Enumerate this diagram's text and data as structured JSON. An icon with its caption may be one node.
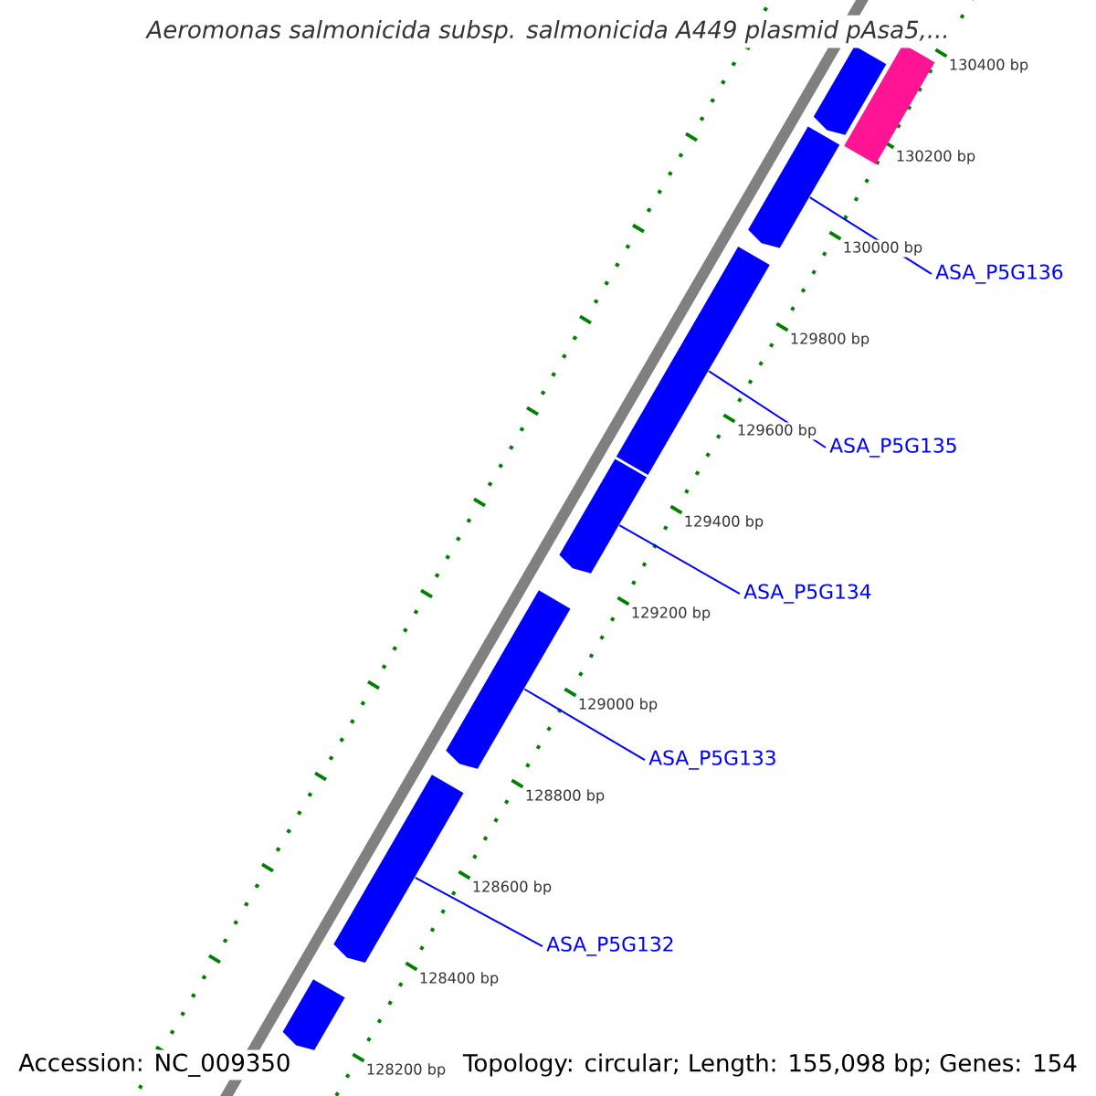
{
  "diagram": {
    "title": "Aeromonas salmonicida subsp. salmonicida A449 plasmid pAsa5,...",
    "nodes": [
      {
        "text": [],
        "shape": "arrow"
      },
      {
        "text": [],
        "shape": "bar"
      },
      {
        "text": [
          "ASA_P5G136"
        ]
      },
      {
        "text": [],
        "shape": "arrow"
      },
      {
        "text": [
          "ASA_P5G135"
        ]
      },
      {
        "text": [],
        "shape": "bar"
      },
      {
        "text": [
          "ASA_P5G134"
        ]
      },
      {
        "text": [],
        "shape": "arrow"
      },
      {
        "text": [
          "ASA_P5G133"
        ]
      },
      {
        "text": [],
        "shape": "arrow"
      },
      {
        "text": [
          "ASA_P5G132"
        ]
      },
      {
        "text": [],
        "shape": "arrow"
      },
      {
        "text": [],
        "shape": "arrow"
      }
    ],
    "edges": [
      {
        "from": 2,
        "to": 3,
        "arrow": "none"
      },
      {
        "from": 4,
        "to": 5,
        "arrow": "none"
      },
      {
        "from": 6,
        "to": 7,
        "arrow": "none"
      },
      {
        "from": 8,
        "to": 9,
        "arrow": "none"
      },
      {
        "from": 10,
        "to": 11,
        "arrow": "none"
      }
    ],
    "labels": [
      "130400 bp",
      "130200 bp",
      "130000 bp",
      "129800 bp",
      "129600 bp",
      "129400 bp",
      "129200 bp",
      "129000 bp",
      "128800 bp",
      "128600 bp",
      "128400 bp",
      "128200 bp",
      "Accession: NC_009350",
      "Topology: circular; Length: 155,098 bp; Genes: 154"
    ]
  }
}
